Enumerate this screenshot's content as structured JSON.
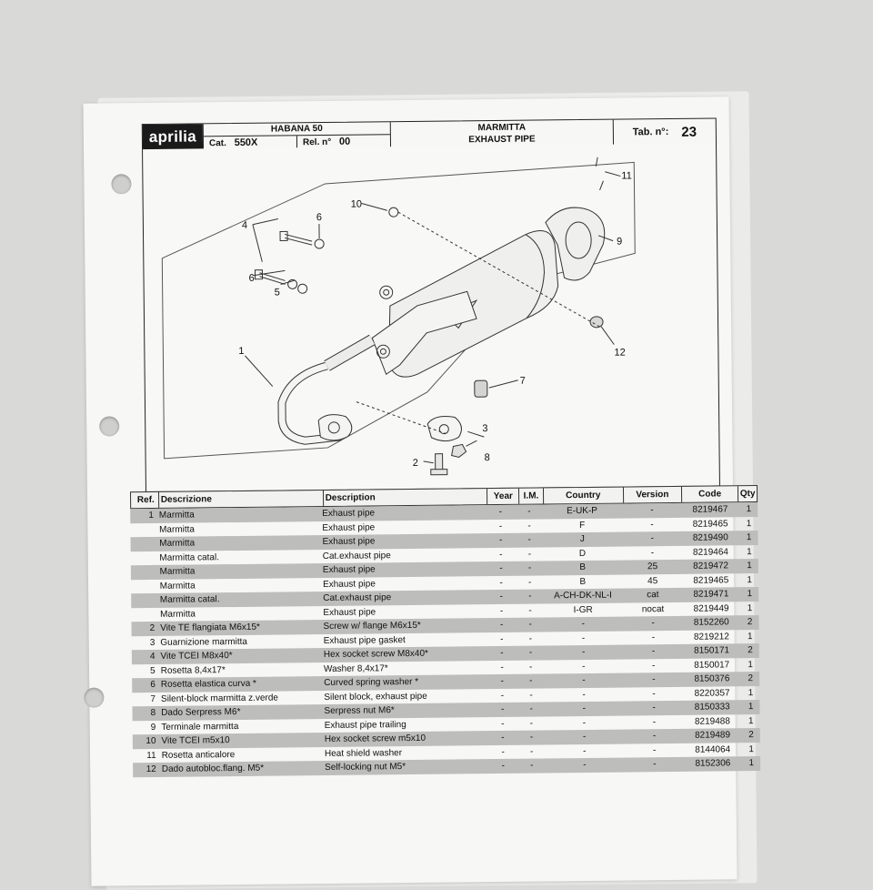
{
  "header": {
    "logo": "aprilia",
    "model": "HABANA 50",
    "cat_label": "Cat.",
    "cat_value": "550X",
    "rel_label": "Rel. n°",
    "rel_value": "00",
    "title_it": "MARMITTA",
    "title_en": "EXHAUST PIPE",
    "tab_label": "Tab. n°:",
    "tab_value": "23"
  },
  "diagram": {
    "callouts": [
      "1",
      "2",
      "3",
      "4",
      "5",
      "6",
      "6",
      "7",
      "8",
      "9",
      "10",
      "11",
      "12"
    ]
  },
  "table": {
    "columns": [
      "Ref.",
      "Descrizione",
      "Description",
      "Year",
      "I.M.",
      "Country",
      "Version",
      "Code",
      "Qty"
    ],
    "rows": [
      {
        "ref": "1",
        "desc_it": "Marmitta",
        "desc_en": "Exhaust pipe",
        "year": "-",
        "im": "-",
        "country": "E-UK-P",
        "version": "-",
        "code": "8219467",
        "qty": "1",
        "shaded": true
      },
      {
        "ref": "",
        "desc_it": "Marmitta",
        "desc_en": "Exhaust pipe",
        "year": "-",
        "im": "-",
        "country": "F",
        "version": "-",
        "code": "8219465",
        "qty": "1",
        "shaded": false
      },
      {
        "ref": "",
        "desc_it": "Marmitta",
        "desc_en": "Exhaust pipe",
        "year": "-",
        "im": "-",
        "country": "J",
        "version": "-",
        "code": "8219490",
        "qty": "1",
        "shaded": true
      },
      {
        "ref": "",
        "desc_it": "Marmitta catal.",
        "desc_en": "Cat.exhaust pipe",
        "year": "-",
        "im": "-",
        "country": "D",
        "version": "-",
        "code": "8219464",
        "qty": "1",
        "shaded": false
      },
      {
        "ref": "",
        "desc_it": "Marmitta",
        "desc_en": "Exhaust pipe",
        "year": "-",
        "im": "-",
        "country": "B",
        "version": "25",
        "code": "8219472",
        "qty": "1",
        "shaded": true
      },
      {
        "ref": "",
        "desc_it": "Marmitta",
        "desc_en": "Exhaust pipe",
        "year": "-",
        "im": "-",
        "country": "B",
        "version": "45",
        "code": "8219465",
        "qty": "1",
        "shaded": false
      },
      {
        "ref": "",
        "desc_it": "Marmitta catal.",
        "desc_en": "Cat.exhaust pipe",
        "year": "-",
        "im": "-",
        "country": "A-CH-DK-NL-I",
        "version": "cat",
        "code": "8219471",
        "qty": "1",
        "shaded": true
      },
      {
        "ref": "",
        "desc_it": "Marmitta",
        "desc_en": "Exhaust pipe",
        "year": "-",
        "im": "-",
        "country": "I-GR",
        "version": "nocat",
        "code": "8219449",
        "qty": "1",
        "shaded": false
      },
      {
        "ref": "2",
        "desc_it": "Vite TE flangiata M6x15*",
        "desc_en": "Screw w/ flange M6x15*",
        "year": "-",
        "im": "-",
        "country": "-",
        "version": "-",
        "code": "8152260",
        "qty": "2",
        "shaded": true
      },
      {
        "ref": "3",
        "desc_it": "Guarnizione marmitta",
        "desc_en": "Exhaust pipe gasket",
        "year": "-",
        "im": "-",
        "country": "-",
        "version": "-",
        "code": "8219212",
        "qty": "1",
        "shaded": false
      },
      {
        "ref": "4",
        "desc_it": "Vite TCEI M8x40*",
        "desc_en": "Hex socket screw M8x40*",
        "year": "-",
        "im": "-",
        "country": "-",
        "version": "-",
        "code": "8150171",
        "qty": "2",
        "shaded": true
      },
      {
        "ref": "5",
        "desc_it": "Rosetta 8,4x17*",
        "desc_en": "Washer 8,4x17*",
        "year": "-",
        "im": "-",
        "country": "-",
        "version": "-",
        "code": "8150017",
        "qty": "1",
        "shaded": false
      },
      {
        "ref": "6",
        "desc_it": "Rosetta elastica curva *",
        "desc_en": "Curved spring washer *",
        "year": "-",
        "im": "-",
        "country": "-",
        "version": "-",
        "code": "8150376",
        "qty": "2",
        "shaded": true
      },
      {
        "ref": "7",
        "desc_it": "Silent-block marmitta z.verde",
        "desc_en": "Silent block, exhaust pipe",
        "year": "-",
        "im": "-",
        "country": "-",
        "version": "-",
        "code": "8220357",
        "qty": "1",
        "shaded": false
      },
      {
        "ref": "8",
        "desc_it": "Dado Serpress M6*",
        "desc_en": "Serpress nut M6*",
        "year": "-",
        "im": "-",
        "country": "-",
        "version": "-",
        "code": "8150333",
        "qty": "1",
        "shaded": true
      },
      {
        "ref": "9",
        "desc_it": "Terminale marmitta",
        "desc_en": "Exhaust pipe trailing",
        "year": "-",
        "im": "-",
        "country": "-",
        "version": "-",
        "code": "8219488",
        "qty": "1",
        "shaded": false
      },
      {
        "ref": "10",
        "desc_it": "Vite TCEI m5x10",
        "desc_en": "Hex socket screw m5x10",
        "year": "-",
        "im": "-",
        "country": "-",
        "version": "-",
        "code": "8219489",
        "qty": "2",
        "shaded": true
      },
      {
        "ref": "11",
        "desc_it": "Rosetta anticalore",
        "desc_en": "Heat shield washer",
        "year": "-",
        "im": "-",
        "country": "-",
        "version": "-",
        "code": "8144064",
        "qty": "1",
        "shaded": false
      },
      {
        "ref": "12",
        "desc_it": "Dado autobloc.flang. M5*",
        "desc_en": "Self-locking nut M5*",
        "year": "-",
        "im": "-",
        "country": "-",
        "version": "-",
        "code": "8152306",
        "qty": "1",
        "shaded": true
      }
    ]
  },
  "colors": {
    "background": "#d9d9d7",
    "paper": "#f7f7f6",
    "row_shade": "#bdbdbb",
    "logo_bg": "#1a1a1a"
  }
}
